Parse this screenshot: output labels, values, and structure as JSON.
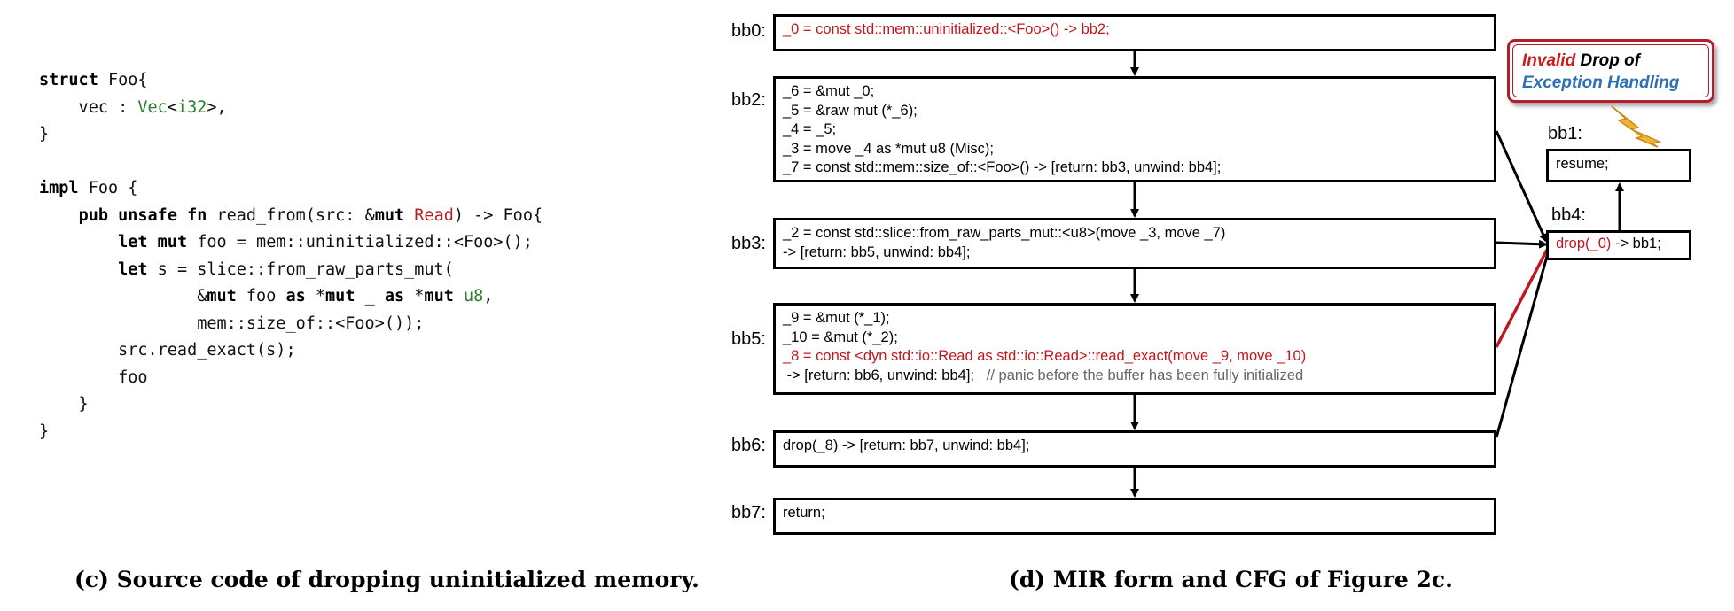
{
  "code": {
    "lines": [
      [
        {
          "t": "struct",
          "c": "kw"
        },
        {
          "t": " Foo{"
        }
      ],
      [
        {
          "t": "    vec : "
        },
        {
          "t": "Vec",
          "c": "ty"
        },
        {
          "t": "<"
        },
        {
          "t": "i32",
          "c": "ty"
        },
        {
          "t": ">,"
        }
      ],
      [
        {
          "t": "}"
        }
      ],
      [
        {
          "t": ""
        }
      ],
      [
        {
          "t": "impl",
          "c": "kw"
        },
        {
          "t": " Foo {"
        }
      ],
      [
        {
          "t": "    "
        },
        {
          "t": "pub",
          "c": "kw"
        },
        {
          "t": " "
        },
        {
          "t": "unsafe",
          "c": "kw"
        },
        {
          "t": " "
        },
        {
          "t": "fn",
          "c": "kw"
        },
        {
          "t": " read_from(src: &"
        },
        {
          "t": "mut",
          "c": "kw"
        },
        {
          "t": " "
        },
        {
          "t": "Read",
          "c": "rd"
        },
        {
          "t": ") -> Foo{"
        }
      ],
      [
        {
          "t": "        "
        },
        {
          "t": "let",
          "c": "kw"
        },
        {
          "t": " "
        },
        {
          "t": "mut",
          "c": "kw"
        },
        {
          "t": " foo = mem::uninitialized::<Foo>();"
        }
      ],
      [
        {
          "t": "        "
        },
        {
          "t": "let",
          "c": "kw"
        },
        {
          "t": " s = slice::from_raw_parts_mut("
        }
      ],
      [
        {
          "t": "                &"
        },
        {
          "t": "mut",
          "c": "kw"
        },
        {
          "t": " foo "
        },
        {
          "t": "as",
          "c": "kw"
        },
        {
          "t": " *"
        },
        {
          "t": "mut",
          "c": "kw"
        },
        {
          "t": " _ "
        },
        {
          "t": "as",
          "c": "kw"
        },
        {
          "t": " *"
        },
        {
          "t": "mut",
          "c": "kw"
        },
        {
          "t": " "
        },
        {
          "t": "u8",
          "c": "ty"
        },
        {
          "t": ","
        }
      ],
      [
        {
          "t": "                mem::size_of::<Foo>());"
        }
      ],
      [
        {
          "t": "        src.read_exact(s);"
        }
      ],
      [
        {
          "t": "        foo"
        }
      ],
      [
        {
          "t": "    }"
        }
      ],
      [
        {
          "t": "}"
        }
      ]
    ]
  },
  "captions": {
    "c": "(c) Source code of dropping uninitialized memory.",
    "d": "(d) MIR form and CFG of Figure 2c."
  },
  "mir": {
    "blocks": [
      {
        "id": "bb0",
        "label": "bb0:",
        "lines": [
          [
            {
              "t": "_0 = const std::mem::uninitialized::<Foo>() -> bb2;",
              "c": "red"
            }
          ]
        ]
      },
      {
        "id": "bb2",
        "label": "bb2:",
        "lines": [
          [
            {
              "t": "_6 = &mut _0;"
            }
          ],
          [
            {
              "t": "_5 = &raw mut (*_6);"
            }
          ],
          [
            {
              "t": "_4 = _5;"
            }
          ],
          [
            {
              "t": "_3 = move _4 as *mut u8 (Misc);"
            }
          ],
          [
            {
              "t": "_7 = const std::mem::size_of::<Foo>() -> [return: bb3, unwind: bb4];"
            }
          ]
        ]
      },
      {
        "id": "bb3",
        "label": "bb3:",
        "lines": [
          [
            {
              "t": "_2 = const std::slice::from_raw_parts_mut::<u8>(move _3, move _7)"
            }
          ],
          [
            {
              "t": "-> [return: bb5, unwind: bb4];"
            }
          ]
        ]
      },
      {
        "id": "bb5",
        "label": "bb5:",
        "lines": [
          [
            {
              "t": "_9 = &mut (*_1);"
            }
          ],
          [
            {
              "t": "_10 = &mut (*_2);"
            }
          ],
          [
            {
              "t": "_8 = const <dyn std::io::Read as std::io::Read>::read_exact(move _9, move _10)",
              "c": "red"
            }
          ],
          [
            {
              "t": " -> [return: bb6, unwind: bb4];   "
            },
            {
              "t": "// panic before the buffer has been fully initialized",
              "c": "gray"
            }
          ]
        ]
      },
      {
        "id": "bb6",
        "label": "bb6:",
        "lines": [
          [
            {
              "t": "drop(_8) -> [return: bb7, unwind: bb4];"
            }
          ]
        ]
      },
      {
        "id": "bb7",
        "label": "bb7:",
        "lines": [
          [
            {
              "t": "return;"
            }
          ]
        ]
      },
      {
        "id": "bb1",
        "label": "bb1:",
        "lines": [
          [
            {
              "t": "resume;"
            }
          ]
        ]
      },
      {
        "id": "bb4",
        "label": "bb4:",
        "lines": [
          [
            {
              "t": "drop(_0)",
              "c": "red"
            },
            {
              "t": " -> bb1;"
            }
          ]
        ]
      }
    ]
  },
  "callout": {
    "lines": [
      [
        {
          "t": "Invalid",
          "c": "c-red"
        },
        {
          "t": " Drop of",
          "c": "c-black"
        }
      ],
      [
        {
          "t": "Exception Handling",
          "c": "c-blue"
        }
      ]
    ]
  }
}
